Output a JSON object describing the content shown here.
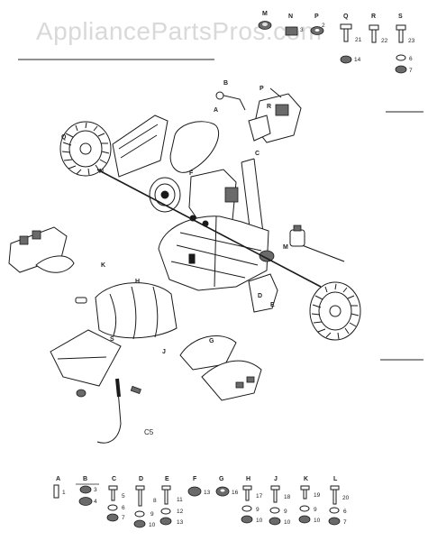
{
  "watermark": "AppliancePartsPros.com",
  "figure_code": "C5",
  "hardware_top": [
    {
      "letter": "M",
      "nums": []
    },
    {
      "letter": "N",
      "nums": [
        "3"
      ]
    },
    {
      "letter": "P",
      "nums": [
        "2"
      ]
    },
    {
      "letter": "Q",
      "nums": [
        "21",
        "14"
      ]
    },
    {
      "letter": "R",
      "nums": [
        "22"
      ]
    },
    {
      "letter": "S",
      "nums": [
        "23",
        "6",
        "7"
      ]
    }
  ],
  "hardware_bottom": [
    {
      "letter": "A",
      "nums": [
        "1"
      ]
    },
    {
      "letter": "B",
      "nums": [
        "3",
        "4"
      ]
    },
    {
      "letter": "C",
      "nums": [
        "5",
        "6",
        "7"
      ]
    },
    {
      "letter": "D",
      "nums": [
        "8",
        "9",
        "10"
      ]
    },
    {
      "letter": "E",
      "nums": [
        "11",
        "12",
        "13"
      ]
    },
    {
      "letter": "F",
      "nums": [
        "13"
      ]
    },
    {
      "letter": "G",
      "nums": [
        "16"
      ]
    },
    {
      "letter": "H",
      "nums": [
        "17",
        "9",
        "10"
      ]
    },
    {
      "letter": "J",
      "nums": [
        "18",
        "9",
        "10"
      ]
    },
    {
      "letter": "K",
      "nums": [
        "19",
        "9",
        "10"
      ]
    },
    {
      "letter": "L",
      "nums": [
        "20",
        "6",
        "7"
      ]
    }
  ],
  "callouts": [
    "A",
    "B",
    "C",
    "D",
    "E",
    "F",
    "G",
    "H",
    "J",
    "K",
    "M",
    "N",
    "P",
    "Q",
    "R",
    "S"
  ]
}
